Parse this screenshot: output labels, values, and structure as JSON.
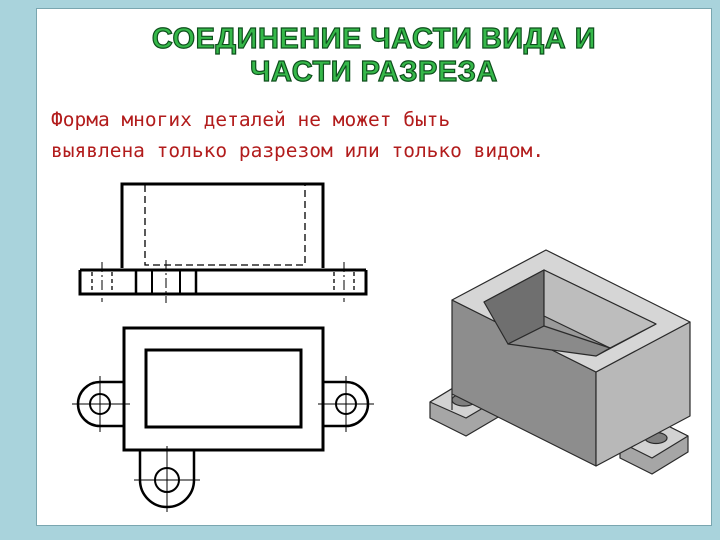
{
  "title": {
    "line1": "СОЕДИНЕНИЕ  ЧАСТИ ВИДА И",
    "line2": "ЧАСТИ РАЗРЕЗА"
  },
  "body_text": {
    "line1": "Форма  многих деталей не может быть",
    "line2": "выявлена только разрезом или только видом."
  },
  "colors": {
    "background": "#a9d3dc",
    "title_fill": "#36b84a",
    "title_outline": "#0d4f1c",
    "text": "#b21c1c"
  }
}
